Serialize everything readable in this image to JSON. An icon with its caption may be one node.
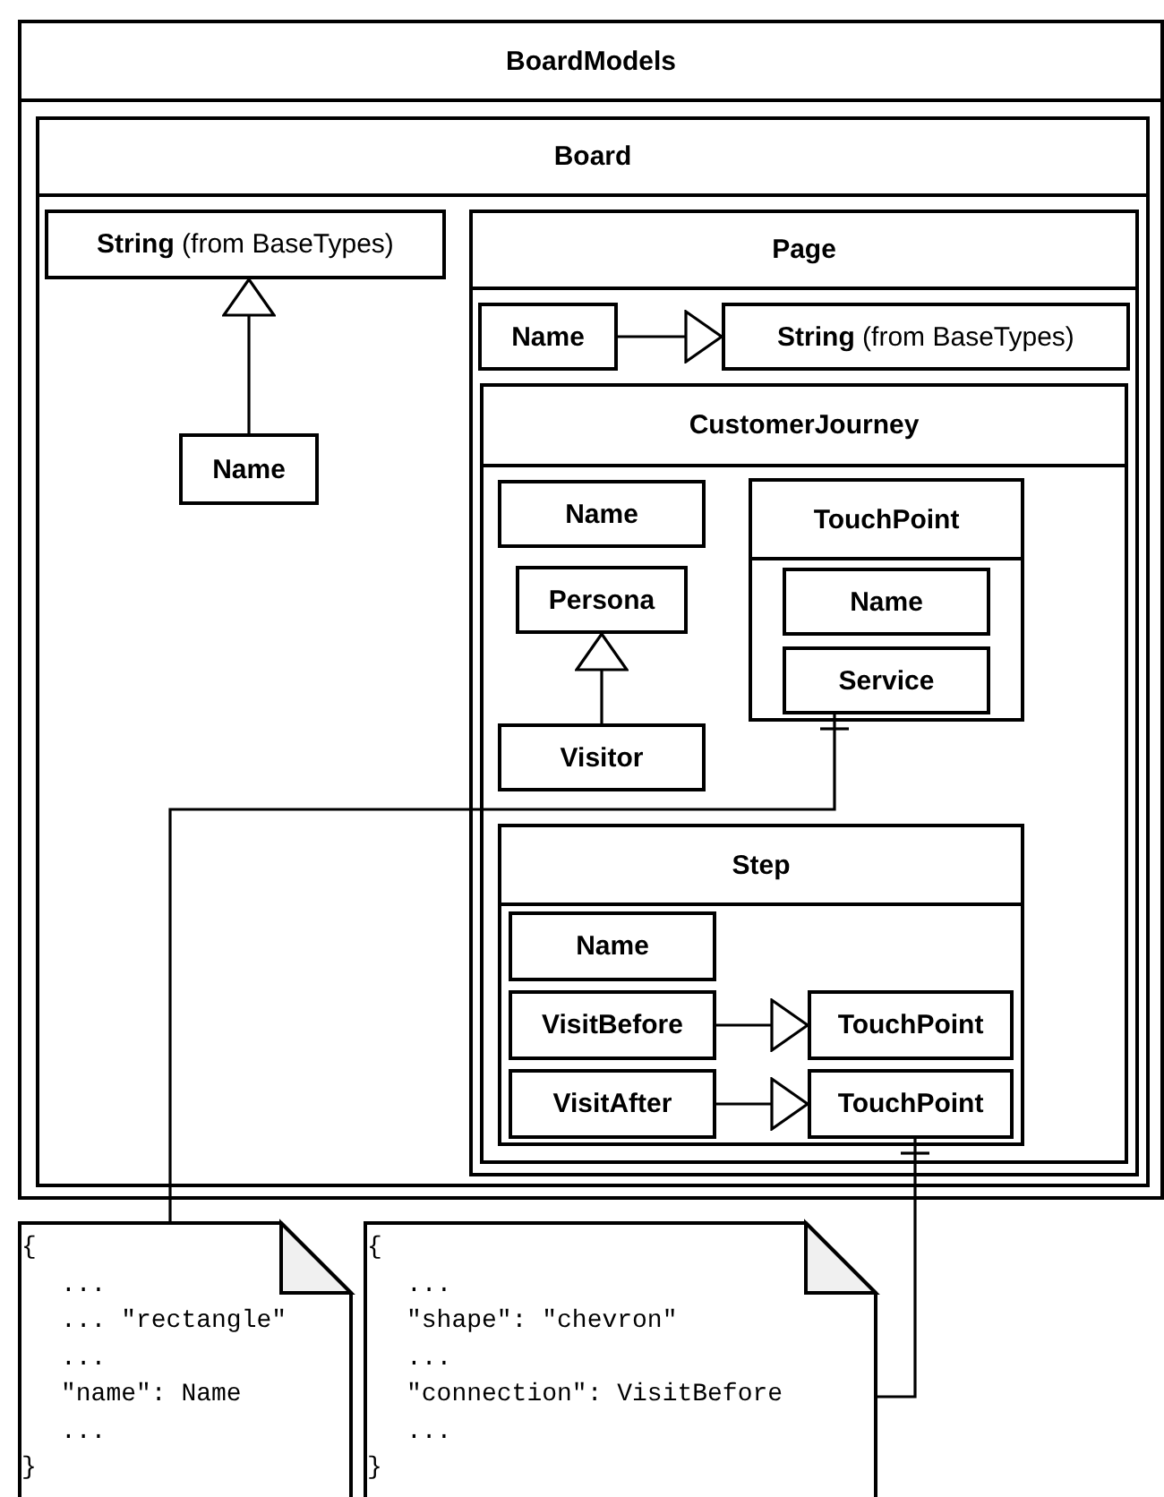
{
  "diagram": {
    "nodes": [
      {
        "text": [
          "BoardModels"
        ]
      },
      {
        "text": [
          "Board"
        ],
        "in": 0
      },
      {
        "text": [
          "**String** (from BaseTypes)"
        ],
        "in": 1
      },
      {
        "text": [
          "Name"
        ],
        "in": 1
      },
      {
        "text": [
          "Page"
        ],
        "in": 1
      },
      {
        "text": [
          "Name"
        ],
        "in": 4
      },
      {
        "text": [
          "**String** (from BaseTypes)"
        ],
        "in": 4
      },
      {
        "text": [
          "CustomerJourney"
        ],
        "in": 4
      },
      {
        "text": [
          "Name"
        ],
        "in": 7
      },
      {
        "text": [
          "Persona"
        ],
        "in": 7
      },
      {
        "text": [
          "Visitor"
        ],
        "in": 7
      },
      {
        "text": [
          "TouchPoint"
        ],
        "in": 7
      },
      {
        "text": [
          "Name"
        ],
        "in": 11
      },
      {
        "text": [
          "Service"
        ],
        "in": 11
      },
      {
        "text": [
          "Step"
        ],
        "in": 7
      },
      {
        "text": [
          "Name"
        ],
        "in": 14
      },
      {
        "text": [
          "VisitBefore"
        ],
        "in": 14
      },
      {
        "text": [
          "TouchPoint"
        ],
        "in": 14
      },
      {
        "text": [
          "VisitAfter"
        ],
        "in": 14
      },
      {
        "text": [
          "TouchPoint"
        ],
        "in": 14
      },
      {
        "text": [
          "{",
          "...",
          "... \"rectangle\"",
          "...",
          "\"name\": Name",
          "...",
          "}"
        ]
      },
      {
        "text": [
          "{",
          "...",
          "\"shape\": \"chevron\"",
          "...",
          "\"connection\": VisitBefore",
          "...",
          "}"
        ]
      }
    ],
    "edges": [
      {
        "from": 3,
        "to": 2,
        "arrow": "to"
      },
      {
        "from": 5,
        "to": 6,
        "arrow": "to"
      },
      {
        "from": 10,
        "to": 9,
        "arrow": "to"
      },
      {
        "from": 16,
        "to": 17,
        "arrow": "to"
      },
      {
        "from": 18,
        "to": 19,
        "arrow": "to"
      },
      {
        "from": 20,
        "to": 13,
        "arrow": "other"
      },
      {
        "from": 21,
        "to": 19,
        "arrow": "other"
      }
    ]
  }
}
